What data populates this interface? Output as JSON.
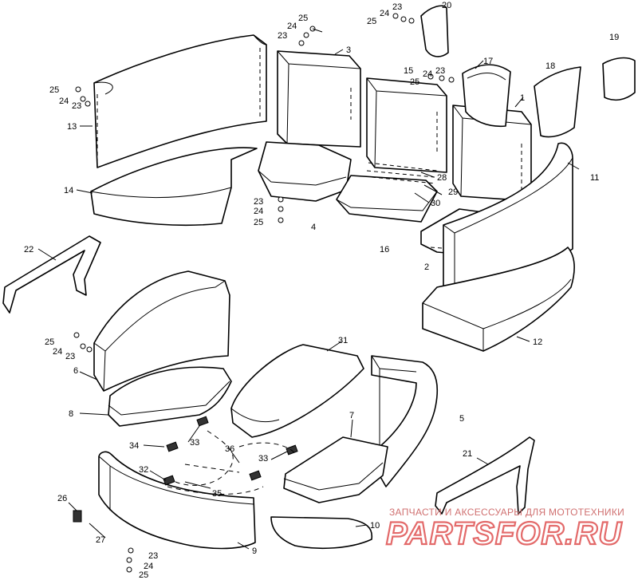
{
  "labels": {
    "l1": "1",
    "l2": "2",
    "l3": "3",
    "l4": "4",
    "l5": "5",
    "l6": "6",
    "l7": "7",
    "l8": "8",
    "l9": "9",
    "l10": "10",
    "l11": "11",
    "l12": "12",
    "l13": "13",
    "l14": "14",
    "l15": "15",
    "l16": "16",
    "l17": "17",
    "l18": "18",
    "l19": "19",
    "l20": "20",
    "l21": "21",
    "l22": "22",
    "l23": "23",
    "l24": "24",
    "l25": "25",
    "l26": "26",
    "l27": "27",
    "l28": "28",
    "l29": "29",
    "l30": "30",
    "l31": "31",
    "l32": "32",
    "l33": "33",
    "l34": "34",
    "l35": "35",
    "l36": "36"
  },
  "watermark": {
    "caption": "ЗАПЧАСТИ И АКСЕССУАРЫ ДЛЯ МОТОТЕХНИКИ",
    "logo": "PARTSFOR.RU"
  }
}
